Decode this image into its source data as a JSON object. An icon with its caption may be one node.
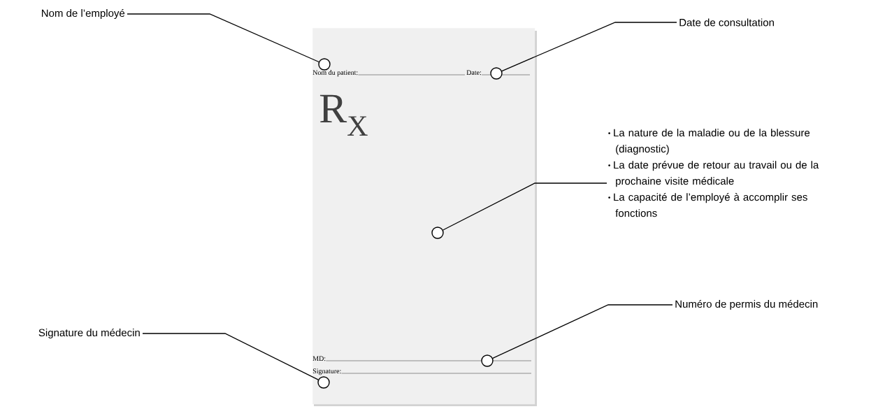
{
  "diagram": {
    "nodes": [
      {
        "text": [
          "Nom de l’employé"
        ]
      },
      {
        "text": [
          "Nom du patient:",
          "Date:",
          "R$_{X}$",
          "MD:",
          "Signature:"
        ]
      },
      {
        "text": [],
        "shape": "circle",
        "in": 1
      },
      {
        "text": [
          "Date de consultation"
        ]
      },
      {
        "text": [],
        "shape": "circle",
        "in": 1
      },
      {
        "text": [
          "La nature de la maladie ou de la blessure (diagnostic)",
          "La date prévue de retour au travail ou de la prochaine visite médicale",
          "La capacité de l’employé à accomplir ses fonctions"
        ]
      },
      {
        "text": [],
        "shape": "circle",
        "in": 1
      },
      {
        "text": [
          "Signature du médecin"
        ]
      },
      {
        "text": [
          "Numéro de permis du médecin"
        ]
      },
      {
        "text": [],
        "shape": "circle",
        "in": 1
      },
      {
        "text": [],
        "shape": "circle",
        "in": 1
      }
    ],
    "edges": [
      {
        "from": 0,
        "to": 2,
        "arrow": "none"
      },
      {
        "from": 3,
        "to": 4,
        "arrow": "none"
      },
      {
        "from": 5,
        "to": 6,
        "arrow": "none"
      },
      {
        "from": 7,
        "to": 10,
        "arrow": "none"
      },
      {
        "from": 8,
        "to": 9,
        "arrow": "none"
      }
    ]
  }
}
